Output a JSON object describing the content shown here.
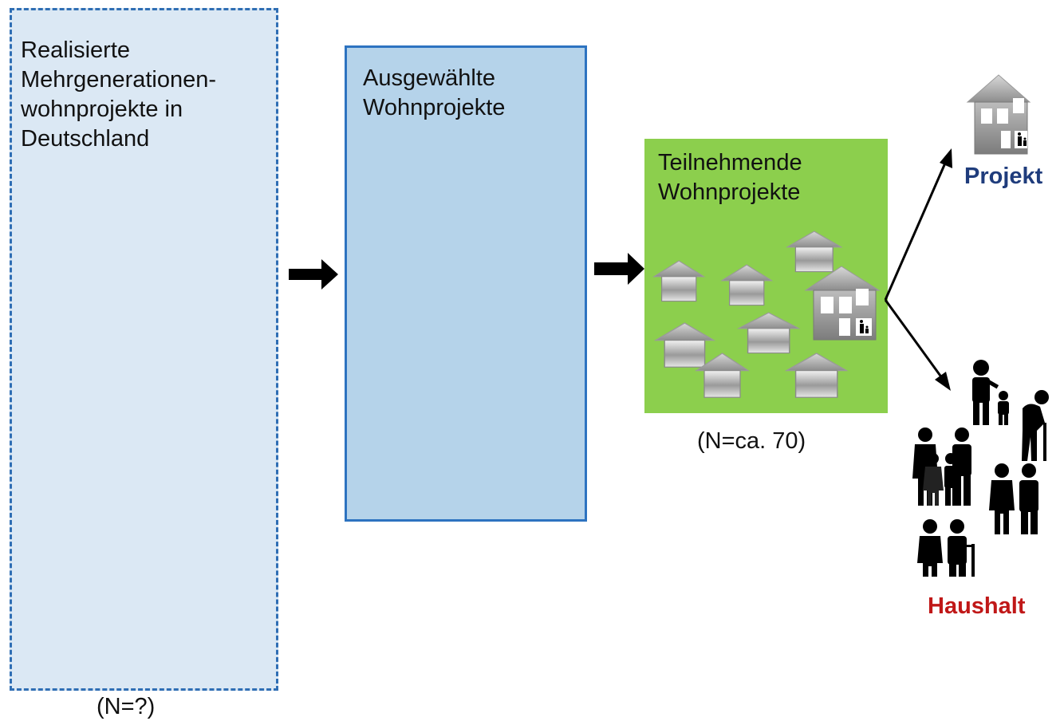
{
  "boxes": {
    "realized": {
      "label_lines": [
        "Realisierte",
        "Mehrgenerationen-",
        "wohnprojekte in",
        "Deutschland"
      ],
      "count": "(N=?)"
    },
    "selected": {
      "label_lines": [
        "Ausgewählte",
        "Wohnprojekte"
      ]
    },
    "participating": {
      "label_lines": [
        "Teilnehmende",
        "Wohnprojekte"
      ],
      "count": "(N=ca. 70)"
    }
  },
  "outputs": {
    "project_label": "Projekt",
    "household_label": "Haushalt"
  },
  "colors": {
    "realized_fill": "#dbe8f4",
    "realized_border": "#2f6eb4",
    "selected_fill": "#b5d3ea",
    "selected_border": "#2d73c0",
    "participating_fill": "#8ccf4d",
    "project_text": "#1f3c7c",
    "household_text": "#c01818"
  },
  "icons": [
    "right-arrow-icon",
    "house-icon",
    "family-icon",
    "parent-child-icon",
    "elderly-icon",
    "couple-icon",
    "senior-couple-icon"
  ]
}
